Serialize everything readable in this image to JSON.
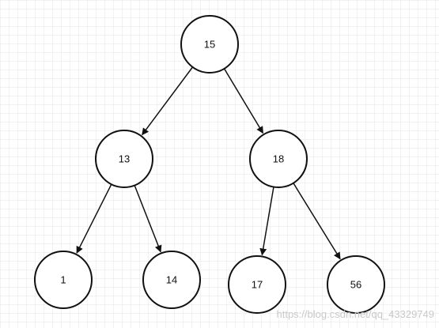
{
  "nodes": [
    {
      "id": "n15",
      "label": "15"
    },
    {
      "id": "n13",
      "label": "13"
    },
    {
      "id": "n18",
      "label": "18"
    },
    {
      "id": "n1",
      "label": "1"
    },
    {
      "id": "n14",
      "label": "14"
    },
    {
      "id": "n17",
      "label": "17"
    },
    {
      "id": "n56",
      "label": "56"
    }
  ],
  "edges": [
    {
      "from": "n15",
      "to": "n13"
    },
    {
      "from": "n15",
      "to": "n18"
    },
    {
      "from": "n13",
      "to": "n1"
    },
    {
      "from": "n13",
      "to": "n14"
    },
    {
      "from": "n18",
      "to": "n17"
    },
    {
      "from": "n18",
      "to": "n56"
    }
  ],
  "watermark": "https://blog.csdn.net/qq_43329749",
  "colors": {
    "background": "#ffffff",
    "grid": "#e6e6e6",
    "stroke": "#111111"
  }
}
